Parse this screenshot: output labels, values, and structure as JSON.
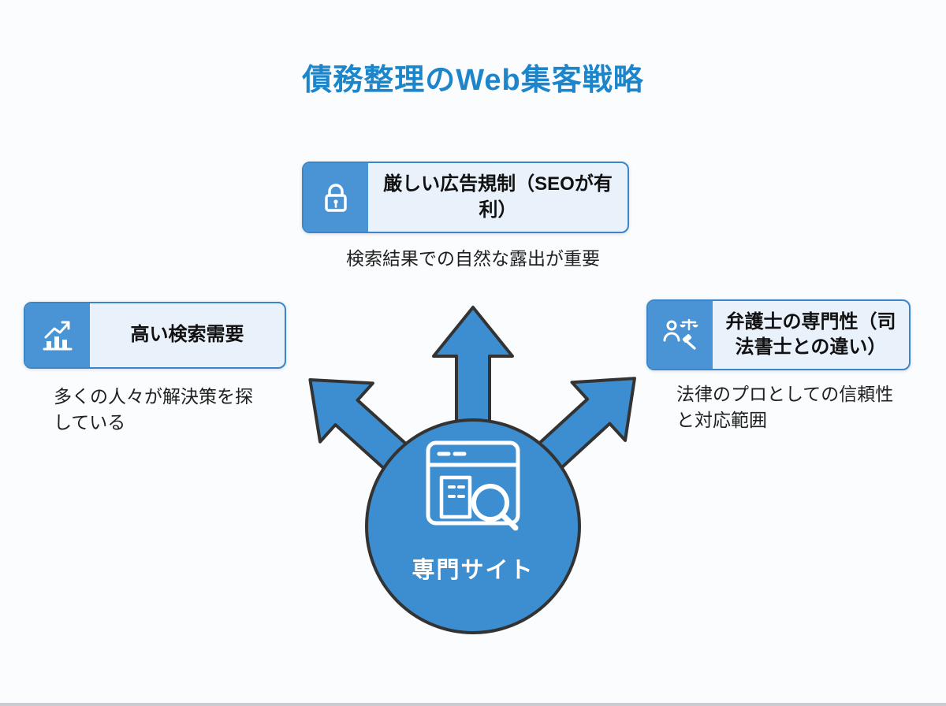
{
  "title": "債務整理のWeb集客戦略",
  "center": {
    "label": "専門サイト",
    "icon": "site-search-icon"
  },
  "nodes": {
    "top": {
      "title": "厳しい広告規制（SEOが有利）",
      "subtitle": "検索結果での自然な露出が重要",
      "icon": "lock-icon"
    },
    "left": {
      "title": "高い検索需要",
      "subtitle": "多くの人々が解決策を探している",
      "icon": "chart-icon"
    },
    "right": {
      "title": "弁護士の専門性（司法書士との違い）",
      "subtitle": "法律のプロとしての信頼性と対応範囲",
      "icon": "lawyer-icon"
    }
  },
  "colors": {
    "title_text": "#1d85c9",
    "icon_bg": "#4a93d4",
    "box_bg": "#e9f1fb",
    "box_border": "#3a86c8",
    "arrow_fill": "#3d8ed0",
    "arrow_stroke": "#333333",
    "circle_fill": "#3d8ed0",
    "background": "#fbfcfe",
    "body_text": "#1f1f1f"
  }
}
